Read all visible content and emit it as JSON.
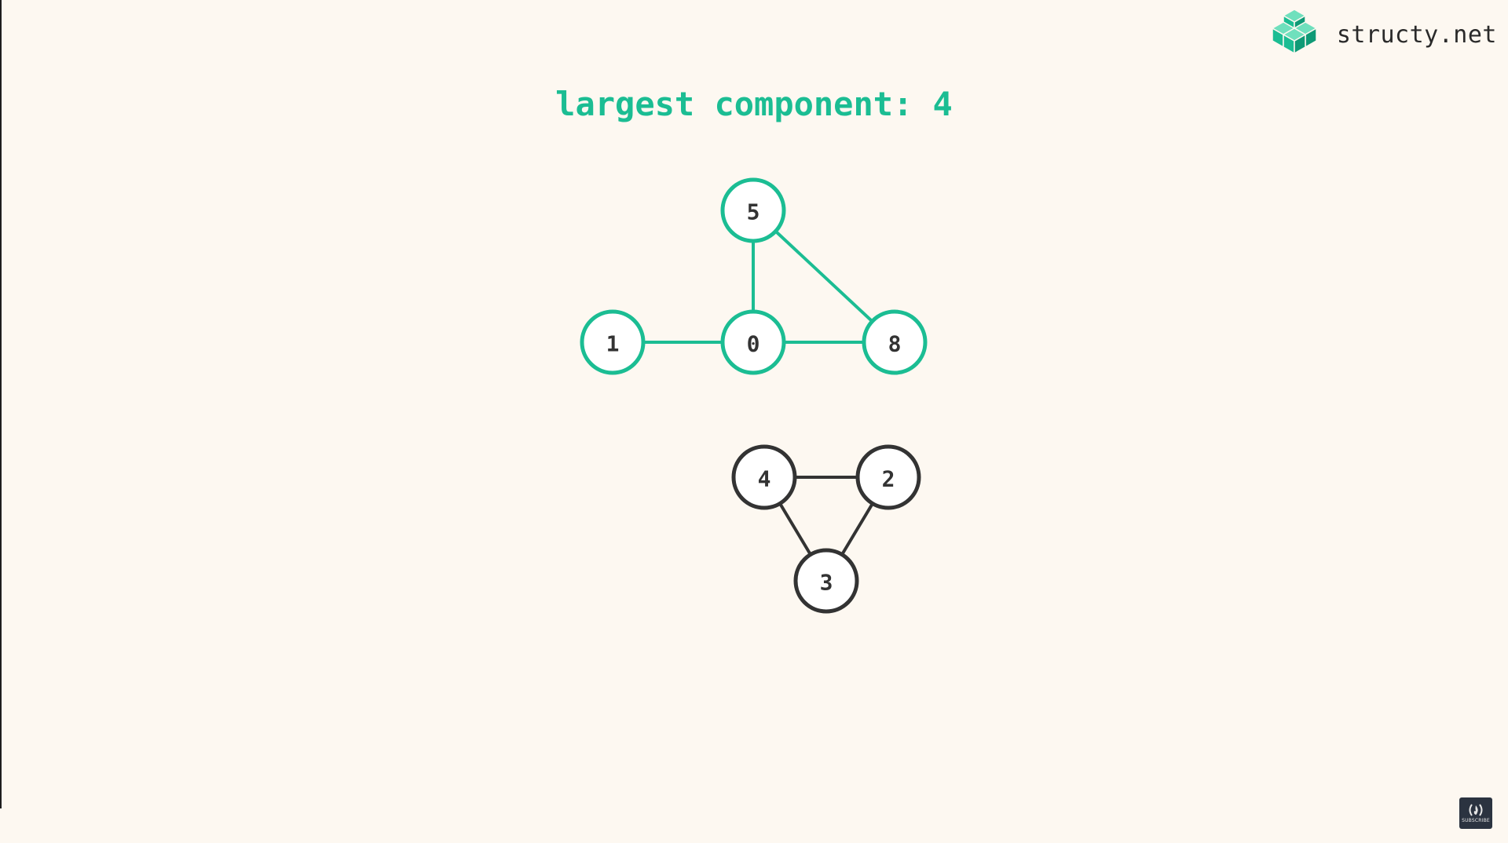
{
  "brand": {
    "name": "structy.net",
    "logo_icon": "isometric-cube-stack-icon",
    "color": "#1bbd93"
  },
  "title": {
    "prefix": "largest component:",
    "value": "4"
  },
  "graph": {
    "highlight_color": "#1bbd93",
    "default_color": "#333333",
    "node_fill": "#ffffff",
    "nodes": [
      {
        "id": "5",
        "component": "highlighted"
      },
      {
        "id": "1",
        "component": "highlighted"
      },
      {
        "id": "0",
        "component": "highlighted"
      },
      {
        "id": "8",
        "component": "highlighted"
      },
      {
        "id": "4",
        "component": "default"
      },
      {
        "id": "2",
        "component": "default"
      },
      {
        "id": "3",
        "component": "default"
      }
    ],
    "edges": [
      {
        "from": "5",
        "to": "0",
        "component": "highlighted"
      },
      {
        "from": "5",
        "to": "8",
        "component": "highlighted"
      },
      {
        "from": "1",
        "to": "0",
        "component": "highlighted"
      },
      {
        "from": "0",
        "to": "8",
        "component": "highlighted"
      },
      {
        "from": "4",
        "to": "2",
        "component": "default"
      },
      {
        "from": "4",
        "to": "3",
        "component": "default"
      },
      {
        "from": "2",
        "to": "3",
        "component": "default"
      }
    ]
  },
  "corner_badge": {
    "icon": "freecodecamp-flame-icon",
    "label": "SUBSCRIBE"
  }
}
